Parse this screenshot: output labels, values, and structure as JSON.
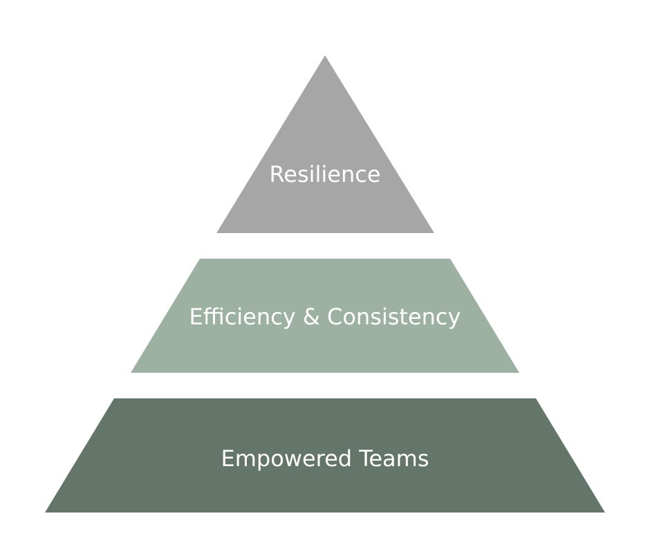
{
  "pyramid": {
    "tiers": [
      {
        "label": "Resilience",
        "color": "#a6a6a6"
      },
      {
        "label": "Efficiency & Consistency",
        "color": "#9db1a3"
      },
      {
        "label": "Empowered Teams",
        "color": "#64766a"
      }
    ],
    "text_color": "#ffffff",
    "background": "#ffffff"
  }
}
